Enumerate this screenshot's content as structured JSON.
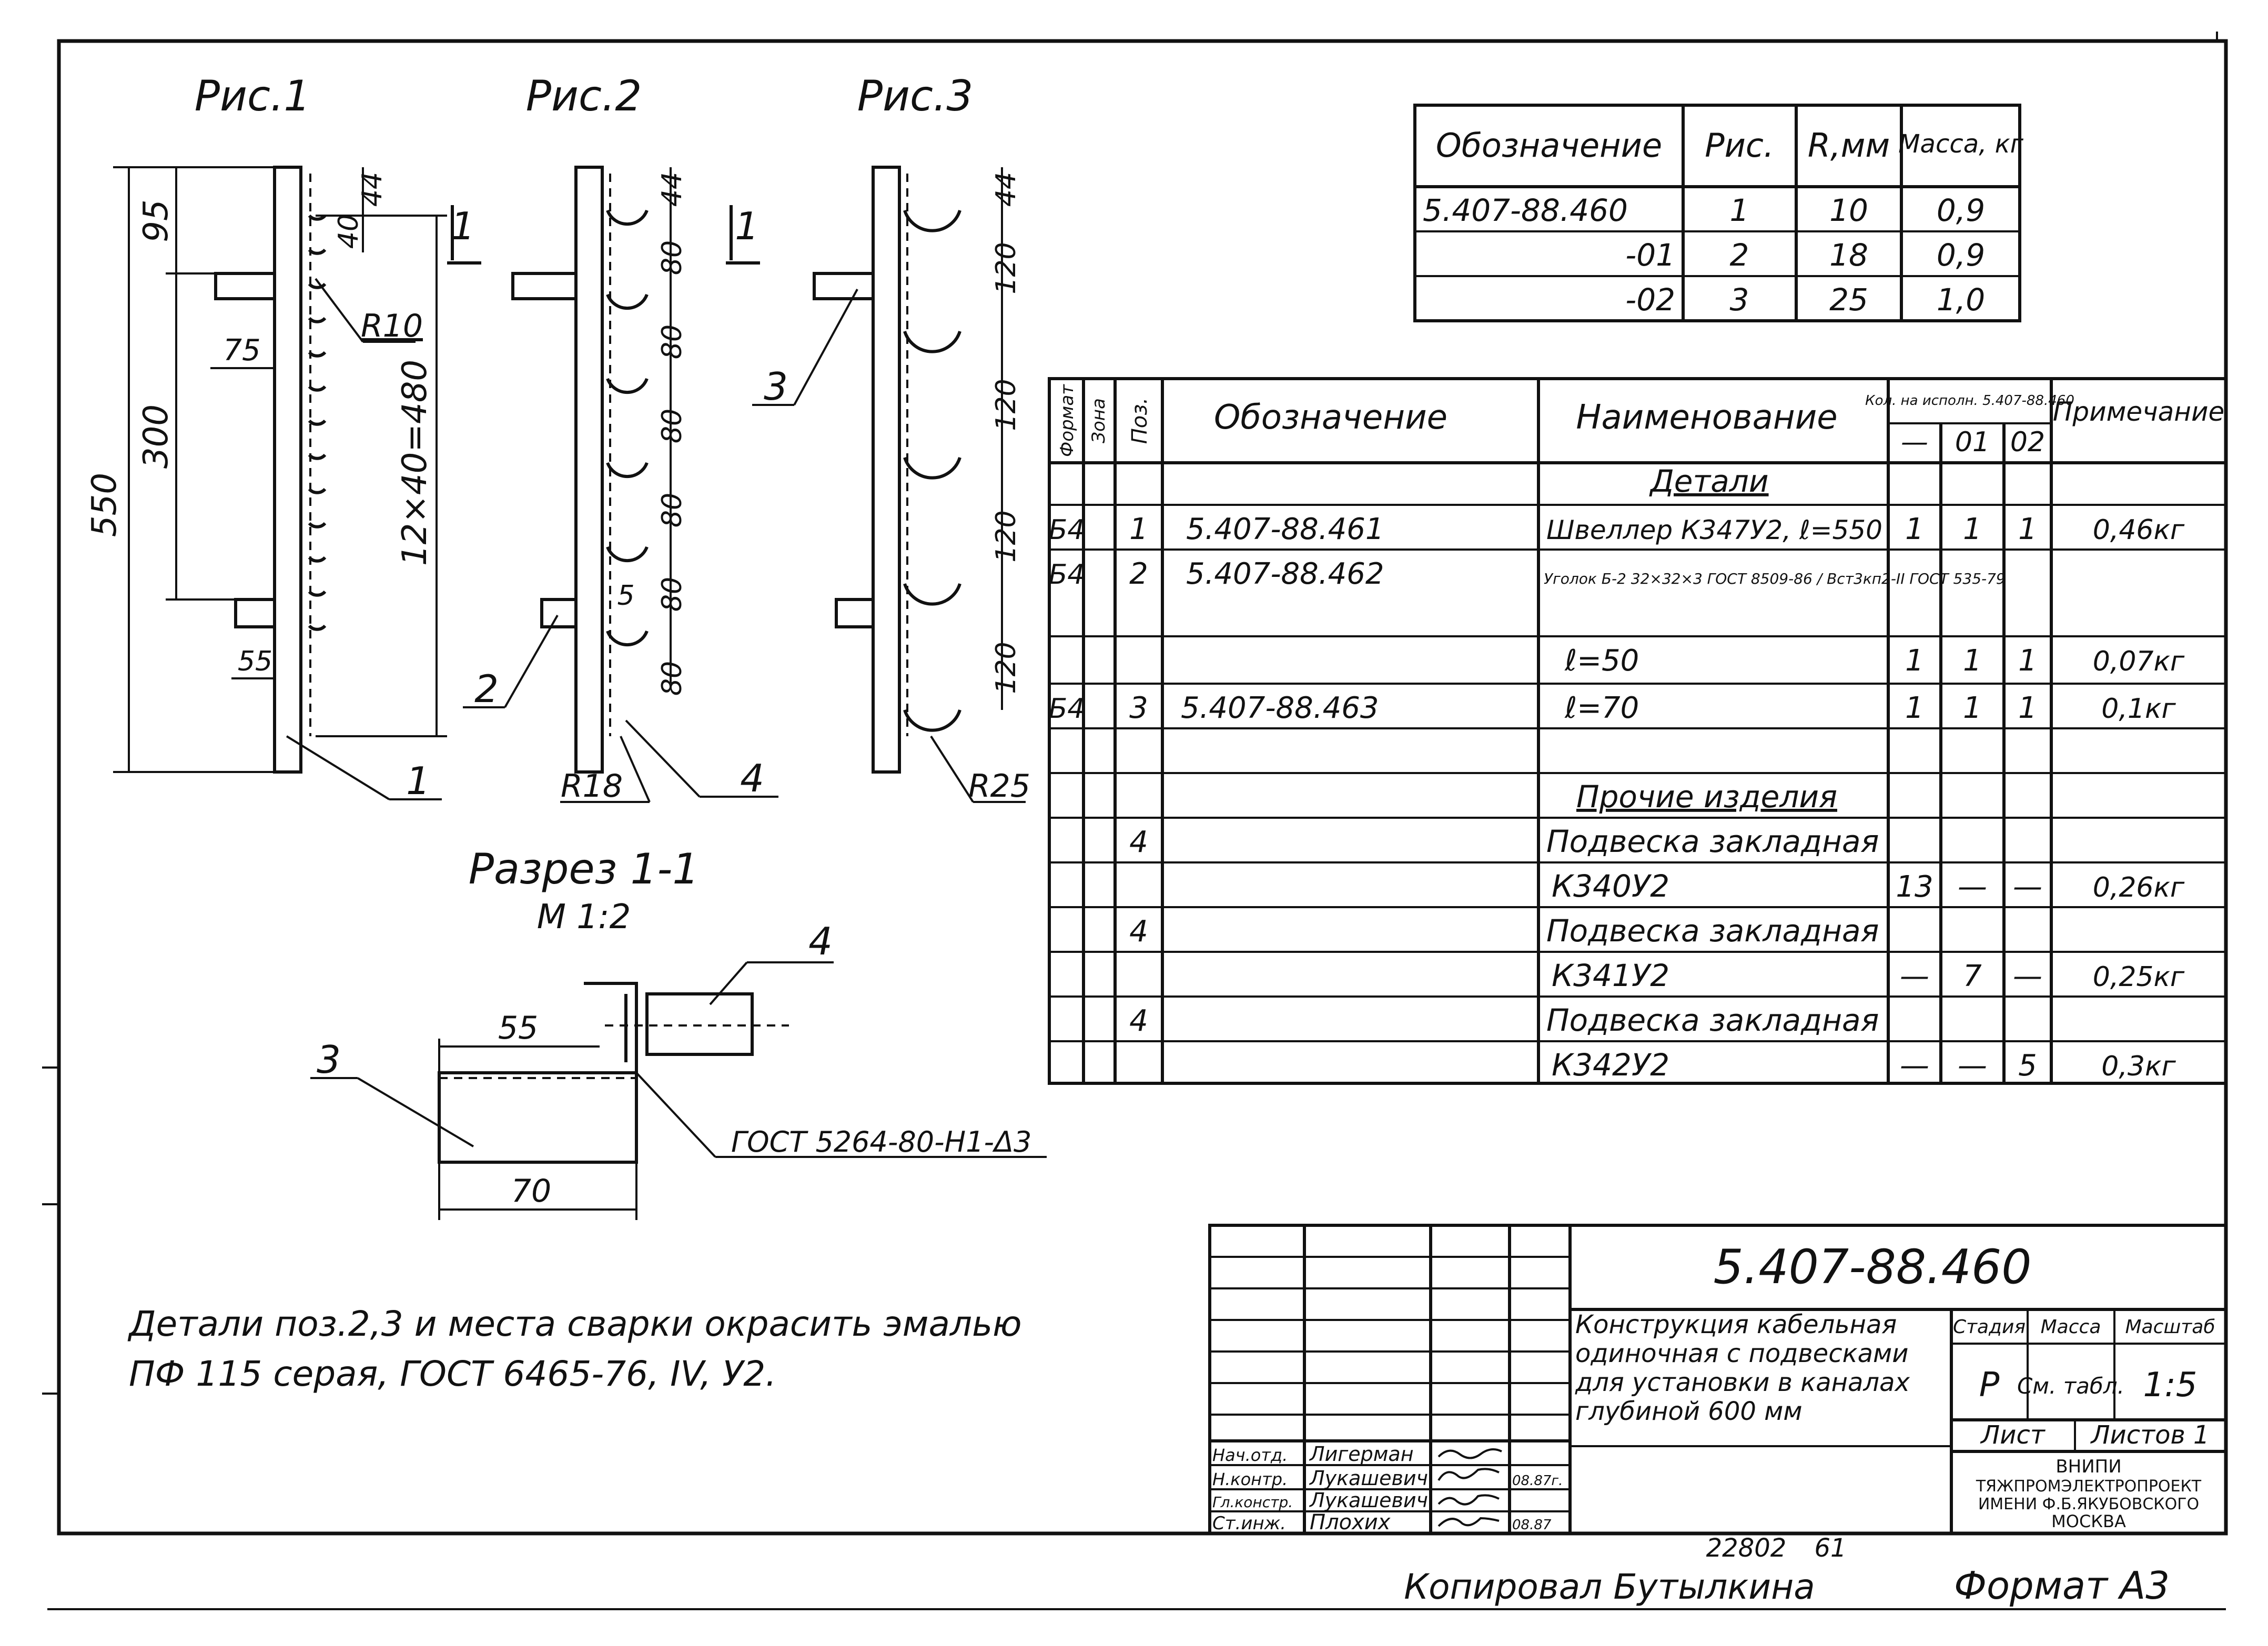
{
  "figures": {
    "fig1": {
      "title": "Рис.1",
      "dims": [
        "95",
        "40",
        "44",
        "550",
        "300",
        "75",
        "55",
        "12×40=480"
      ],
      "radius": "R10",
      "callout": "1"
    },
    "fig2": {
      "title": "Рис.2",
      "dims": [
        "44",
        "80",
        "80",
        "80",
        "80",
        "80",
        "80",
        "5"
      ],
      "radius": "R18",
      "callouts": [
        "2",
        "4"
      ],
      "section_mark": "1"
    },
    "fig3": {
      "title": "Рис.3",
      "dims": [
        "44",
        "120",
        "120",
        "120",
        "120"
      ],
      "radius": "R25",
      "callout": "3"
    }
  },
  "section": {
    "title": "Разрез 1-1",
    "scale": "М 1:2",
    "dims": [
      "55",
      "70"
    ],
    "callouts": [
      "3",
      "4"
    ],
    "weld_note": "ГОСТ 5264-80-Н1-Δ3"
  },
  "variants_table": {
    "headers": [
      "Обозначение",
      "Рис.",
      "R,мм",
      "Масса, кг"
    ],
    "rows": [
      [
        "5.407-88.460",
        "1",
        "10",
        "0,9"
      ],
      [
        "-01",
        "2",
        "18",
        "0,9"
      ],
      [
        "-02",
        "3",
        "25",
        "1,0"
      ]
    ]
  },
  "spec_table": {
    "headers": {
      "format": "Формат",
      "zone": "Зона",
      "pos": "Поз.",
      "designation": "Обозначение",
      "name": "Наименование",
      "qty": "Кол. на исполн. 5.407-88.460",
      "qty_cols": [
        "—",
        "01",
        "02"
      ],
      "note": "Примечание"
    },
    "rows": [
      {
        "format": "",
        "zone": "",
        "pos": "",
        "designation": "",
        "name": "Детали",
        "q0": "",
        "q1": "",
        "q2": "",
        "note": ""
      },
      {
        "format": "Б4",
        "zone": "",
        "pos": "1",
        "designation": "5.407-88.461",
        "name": "Швеллер К347У2, ℓ=550",
        "q0": "1",
        "q1": "1",
        "q2": "1",
        "note": "0,46кг"
      },
      {
        "format": "Б4",
        "zone": "",
        "pos": "2",
        "designation": "5.407-88.462",
        "name": "Уголок Б-2 32×32×3 ГОСТ 8509-86 / Вст3кп2-II ГОСТ 535-79",
        "q0": "",
        "q1": "",
        "q2": "",
        "note": ""
      },
      {
        "format": "",
        "zone": "",
        "pos": "",
        "designation": "",
        "name": "ℓ=50",
        "q0": "1",
        "q1": "1",
        "q2": "1",
        "note": "0,07кг"
      },
      {
        "format": "Б4",
        "zone": "",
        "pos": "3",
        "designation": "5.407-88.463",
        "name": "ℓ=70",
        "q0": "1",
        "q1": "1",
        "q2": "1",
        "note": "0,1кг"
      },
      {
        "format": "",
        "zone": "",
        "pos": "",
        "designation": "",
        "name": "",
        "q0": "",
        "q1": "",
        "q2": "",
        "note": ""
      },
      {
        "format": "",
        "zone": "",
        "pos": "",
        "designation": "",
        "name": "Прочие изделия",
        "q0": "",
        "q1": "",
        "q2": "",
        "note": ""
      },
      {
        "format": "",
        "zone": "",
        "pos": "4",
        "designation": "",
        "name": "Подвеска закладная",
        "q0": "",
        "q1": "",
        "q2": "",
        "note": ""
      },
      {
        "format": "",
        "zone": "",
        "pos": "",
        "designation": "",
        "name": "К340У2",
        "q0": "13",
        "q1": "—",
        "q2": "—",
        "note": "0,26кг"
      },
      {
        "format": "",
        "zone": "",
        "pos": "4",
        "designation": "",
        "name": "Подвеска закладная",
        "q0": "",
        "q1": "",
        "q2": "",
        "note": ""
      },
      {
        "format": "",
        "zone": "",
        "pos": "",
        "designation": "",
        "name": "К341У2",
        "q0": "—",
        "q1": "7",
        "q2": "—",
        "note": "0,25кг"
      },
      {
        "format": "",
        "zone": "",
        "pos": "4",
        "designation": "",
        "name": "Подвеска закладная",
        "q0": "",
        "q1": "",
        "q2": "",
        "note": ""
      },
      {
        "format": "",
        "zone": "",
        "pos": "",
        "designation": "",
        "name": "К342У2",
        "q0": "—",
        "q1": "—",
        "q2": "5",
        "note": "0,3кг"
      }
    ]
  },
  "notes": {
    "line1": "Детали поз.2,3 и места сварки окрасить эмалью",
    "line2": "ПФ 115 серая, ГОСТ 6465-76, IV, У2."
  },
  "title_block": {
    "code": "5.407-88.460",
    "description": [
      "Конструкция кабельная",
      "одиночная с подвесками",
      "для установки в каналах",
      "глубиной 600 мм"
    ],
    "stage_label": "Стадия",
    "mass_label": "Масса",
    "scale_label": "Масштаб",
    "stage": "Р",
    "mass": "См. табл.",
    "scale": "1:5",
    "sheet_label": "Лист",
    "sheets_label": "Листов 1",
    "org": [
      "ВНИПИ",
      "ТЯЖПРОМЭЛЕКТРОПРОЕКТ",
      "ИМЕНИ Ф.Б.ЯКУБОВСКОГО",
      "МОСКВА"
    ],
    "signatures": [
      {
        "role": "Нач.отд.",
        "name": "Лигерман",
        "date": ""
      },
      {
        "role": "Н.контр.",
        "name": "Лукашевич",
        "date": "08.87г."
      },
      {
        "role": "Гл.констр.",
        "name": "Лукашевич",
        "date": ""
      },
      {
        "role": "Ст.инж.",
        "name": "Плохих",
        "date": "08.87"
      }
    ]
  },
  "footer": {
    "inventory": "22802",
    "inventory_suffix": "61",
    "copied_by": "Копировал Бутылкина",
    "format": "Формат А3"
  }
}
